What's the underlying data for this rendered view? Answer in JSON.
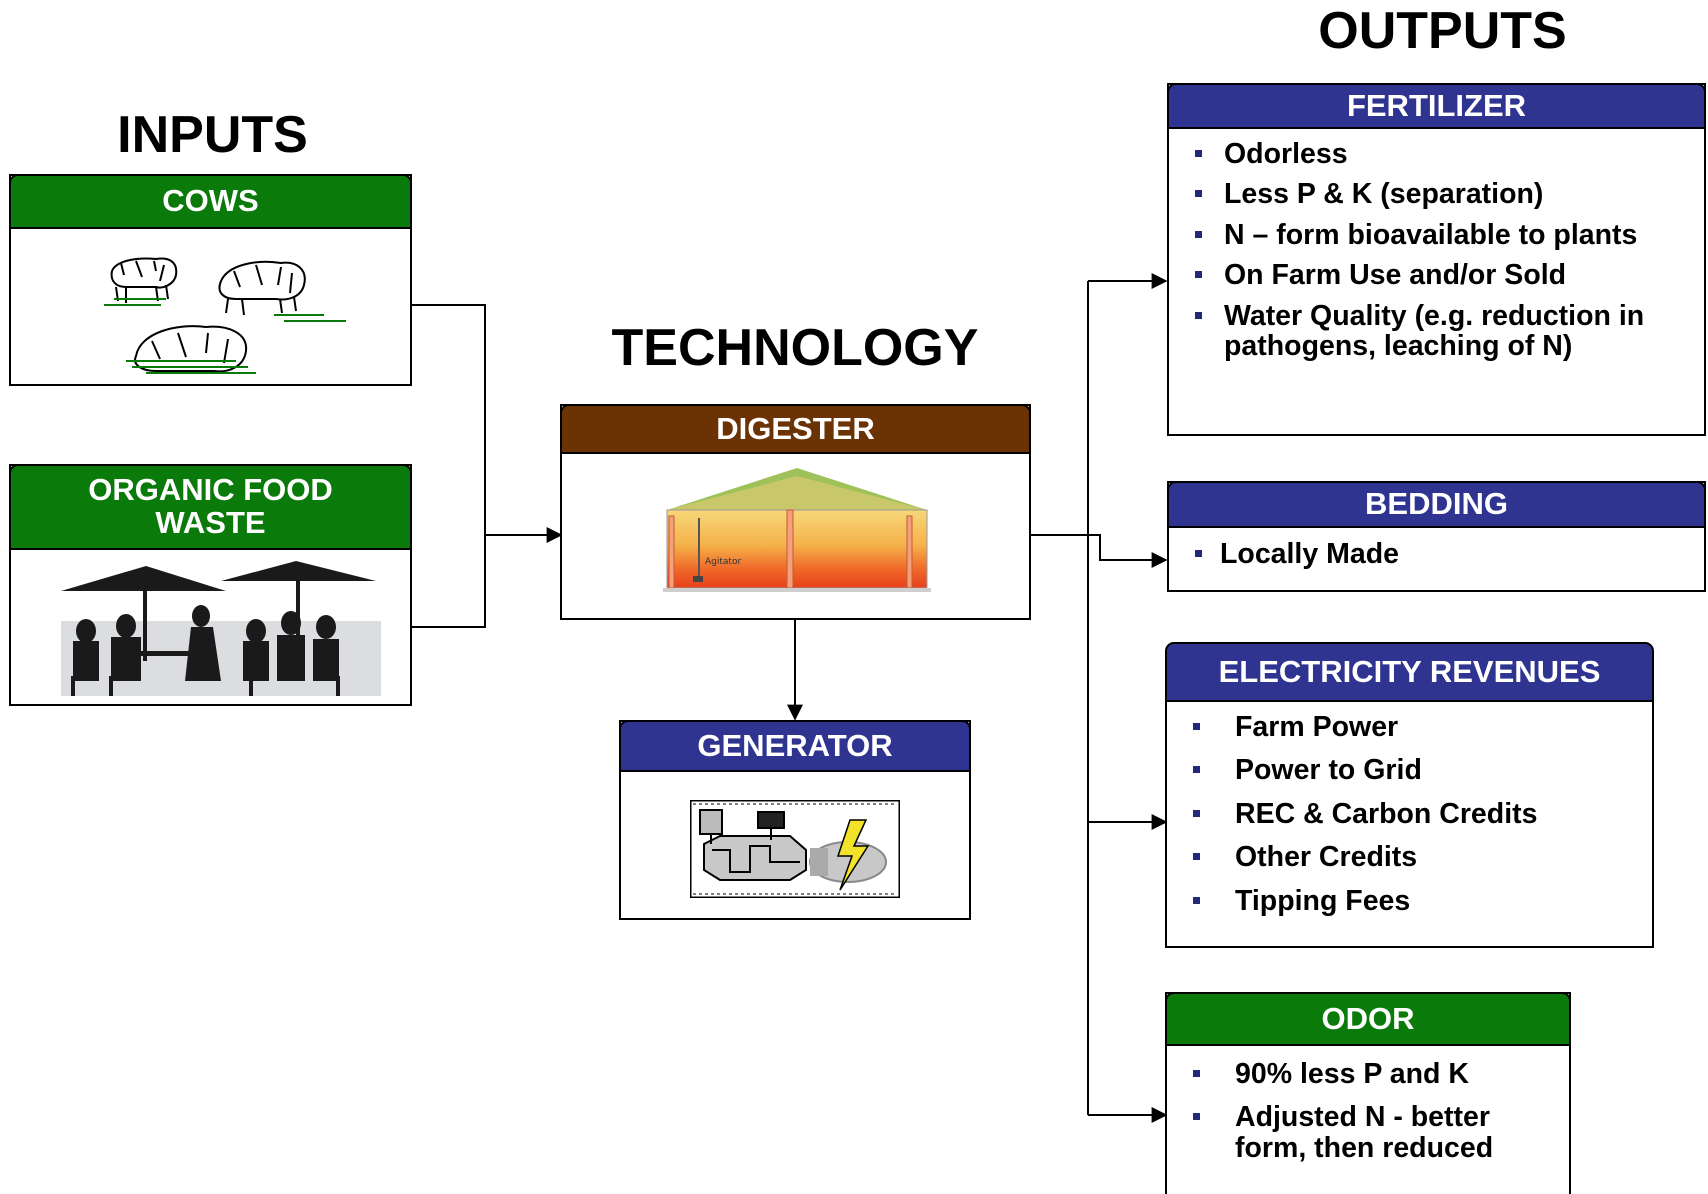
{
  "titles": {
    "inputs": "INPUTS",
    "technology": "TECHNOLOGY",
    "outputs": "OUTPUTS"
  },
  "inputs": {
    "cows": {
      "header": "COWS"
    },
    "food_waste": {
      "header": "ORGANIC FOOD WASTE"
    }
  },
  "technology": {
    "digester": {
      "header": "DIGESTER",
      "agitator_label": "Agitator"
    },
    "generator": {
      "header": "GENERATOR"
    }
  },
  "outputs": {
    "fertilizer": {
      "header": "FERTILIZER",
      "items": [
        "Odorless",
        "Less P & K (separation)",
        "N – form bioavailable to plants",
        "On Farm Use and/or Sold",
        "Water Quality (e.g. reduction in pathogens, leaching of N)"
      ]
    },
    "bedding": {
      "header": "BEDDING",
      "items": [
        "Locally Made"
      ]
    },
    "electricity": {
      "header": "ELECTRICITY REVENUES",
      "items": [
        "Farm Power",
        "Power to Grid",
        "REC & Carbon Credits",
        "Other Credits",
        "Tipping Fees"
      ]
    },
    "odor": {
      "header": "ODOR",
      "items": [
        "90% less P and K",
        "Adjusted N - better form, then reduced"
      ]
    }
  },
  "colors": {
    "green_header": "#0a7a0a",
    "blue_header": "#2e3490",
    "brown_header": "#6b3303",
    "bullet": "#24287a"
  }
}
